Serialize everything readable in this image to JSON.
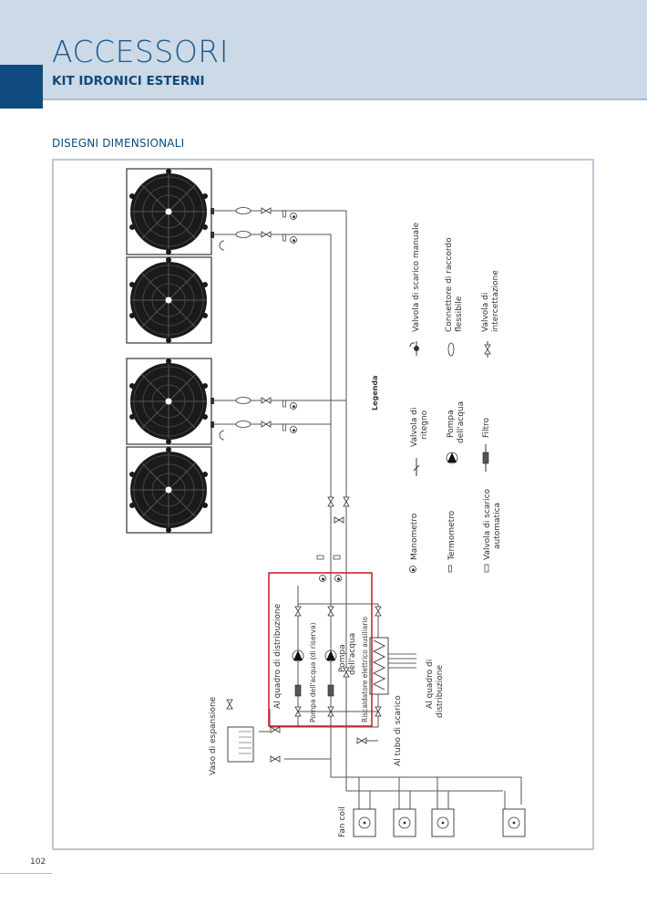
{
  "header": {
    "title": "ACCESSORI",
    "subtitle": "KIT IDRONICI ESTERNI",
    "accent_color": "#0e4a7d",
    "band_color": "#ccd9e6"
  },
  "section": {
    "title": "DISEGNI DIMENSIONALI"
  },
  "diagram": {
    "labels": {
      "expansion_vessel": "Vaso di espansione",
      "fan_coil": "Fan coil",
      "to_distribution_panel_1": "Al quadro di distribuzione",
      "backup_pump": "Pompa dell'acqua (di riserva)",
      "water_pump_1": "Pompa",
      "water_pump_2": "dell'acqua",
      "aux_heater": "Riscaldatore elettrico ausiliario",
      "to_drain": "Al tubo di scarico",
      "to_distribution_panel_2a": "Al quadro di",
      "to_distribution_panel_2b": "distribuzione"
    },
    "highlight_color": "#d0242b",
    "legend": {
      "title": "Legenda",
      "items": [
        {
          "symbol": "manometer-icon",
          "label": "Manometro"
        },
        {
          "symbol": "thermometer-icon",
          "label": "Termometro"
        },
        {
          "symbol": "auto-drain-valve-icon",
          "label": "Valvola di scarico",
          "label2": "automatica"
        },
        {
          "symbol": "check-valve-icon",
          "label": "Valvola di",
          "label2": "ritegno"
        },
        {
          "symbol": "water-pump-icon",
          "label": "Pompa",
          "label2": "dell'acqua"
        },
        {
          "symbol": "filter-icon",
          "label": "Filtro"
        },
        {
          "symbol": "manual-drain-valve-icon",
          "label": "Valvola di scarico manuale"
        },
        {
          "symbol": "flexible-connector-icon",
          "label": "Connettore di raccordo",
          "label2": "flessibile"
        },
        {
          "symbol": "shutoff-valve-icon",
          "label": "Valvola di",
          "label2": "intercettazione"
        }
      ]
    }
  },
  "footer": {
    "page_number": "102"
  }
}
